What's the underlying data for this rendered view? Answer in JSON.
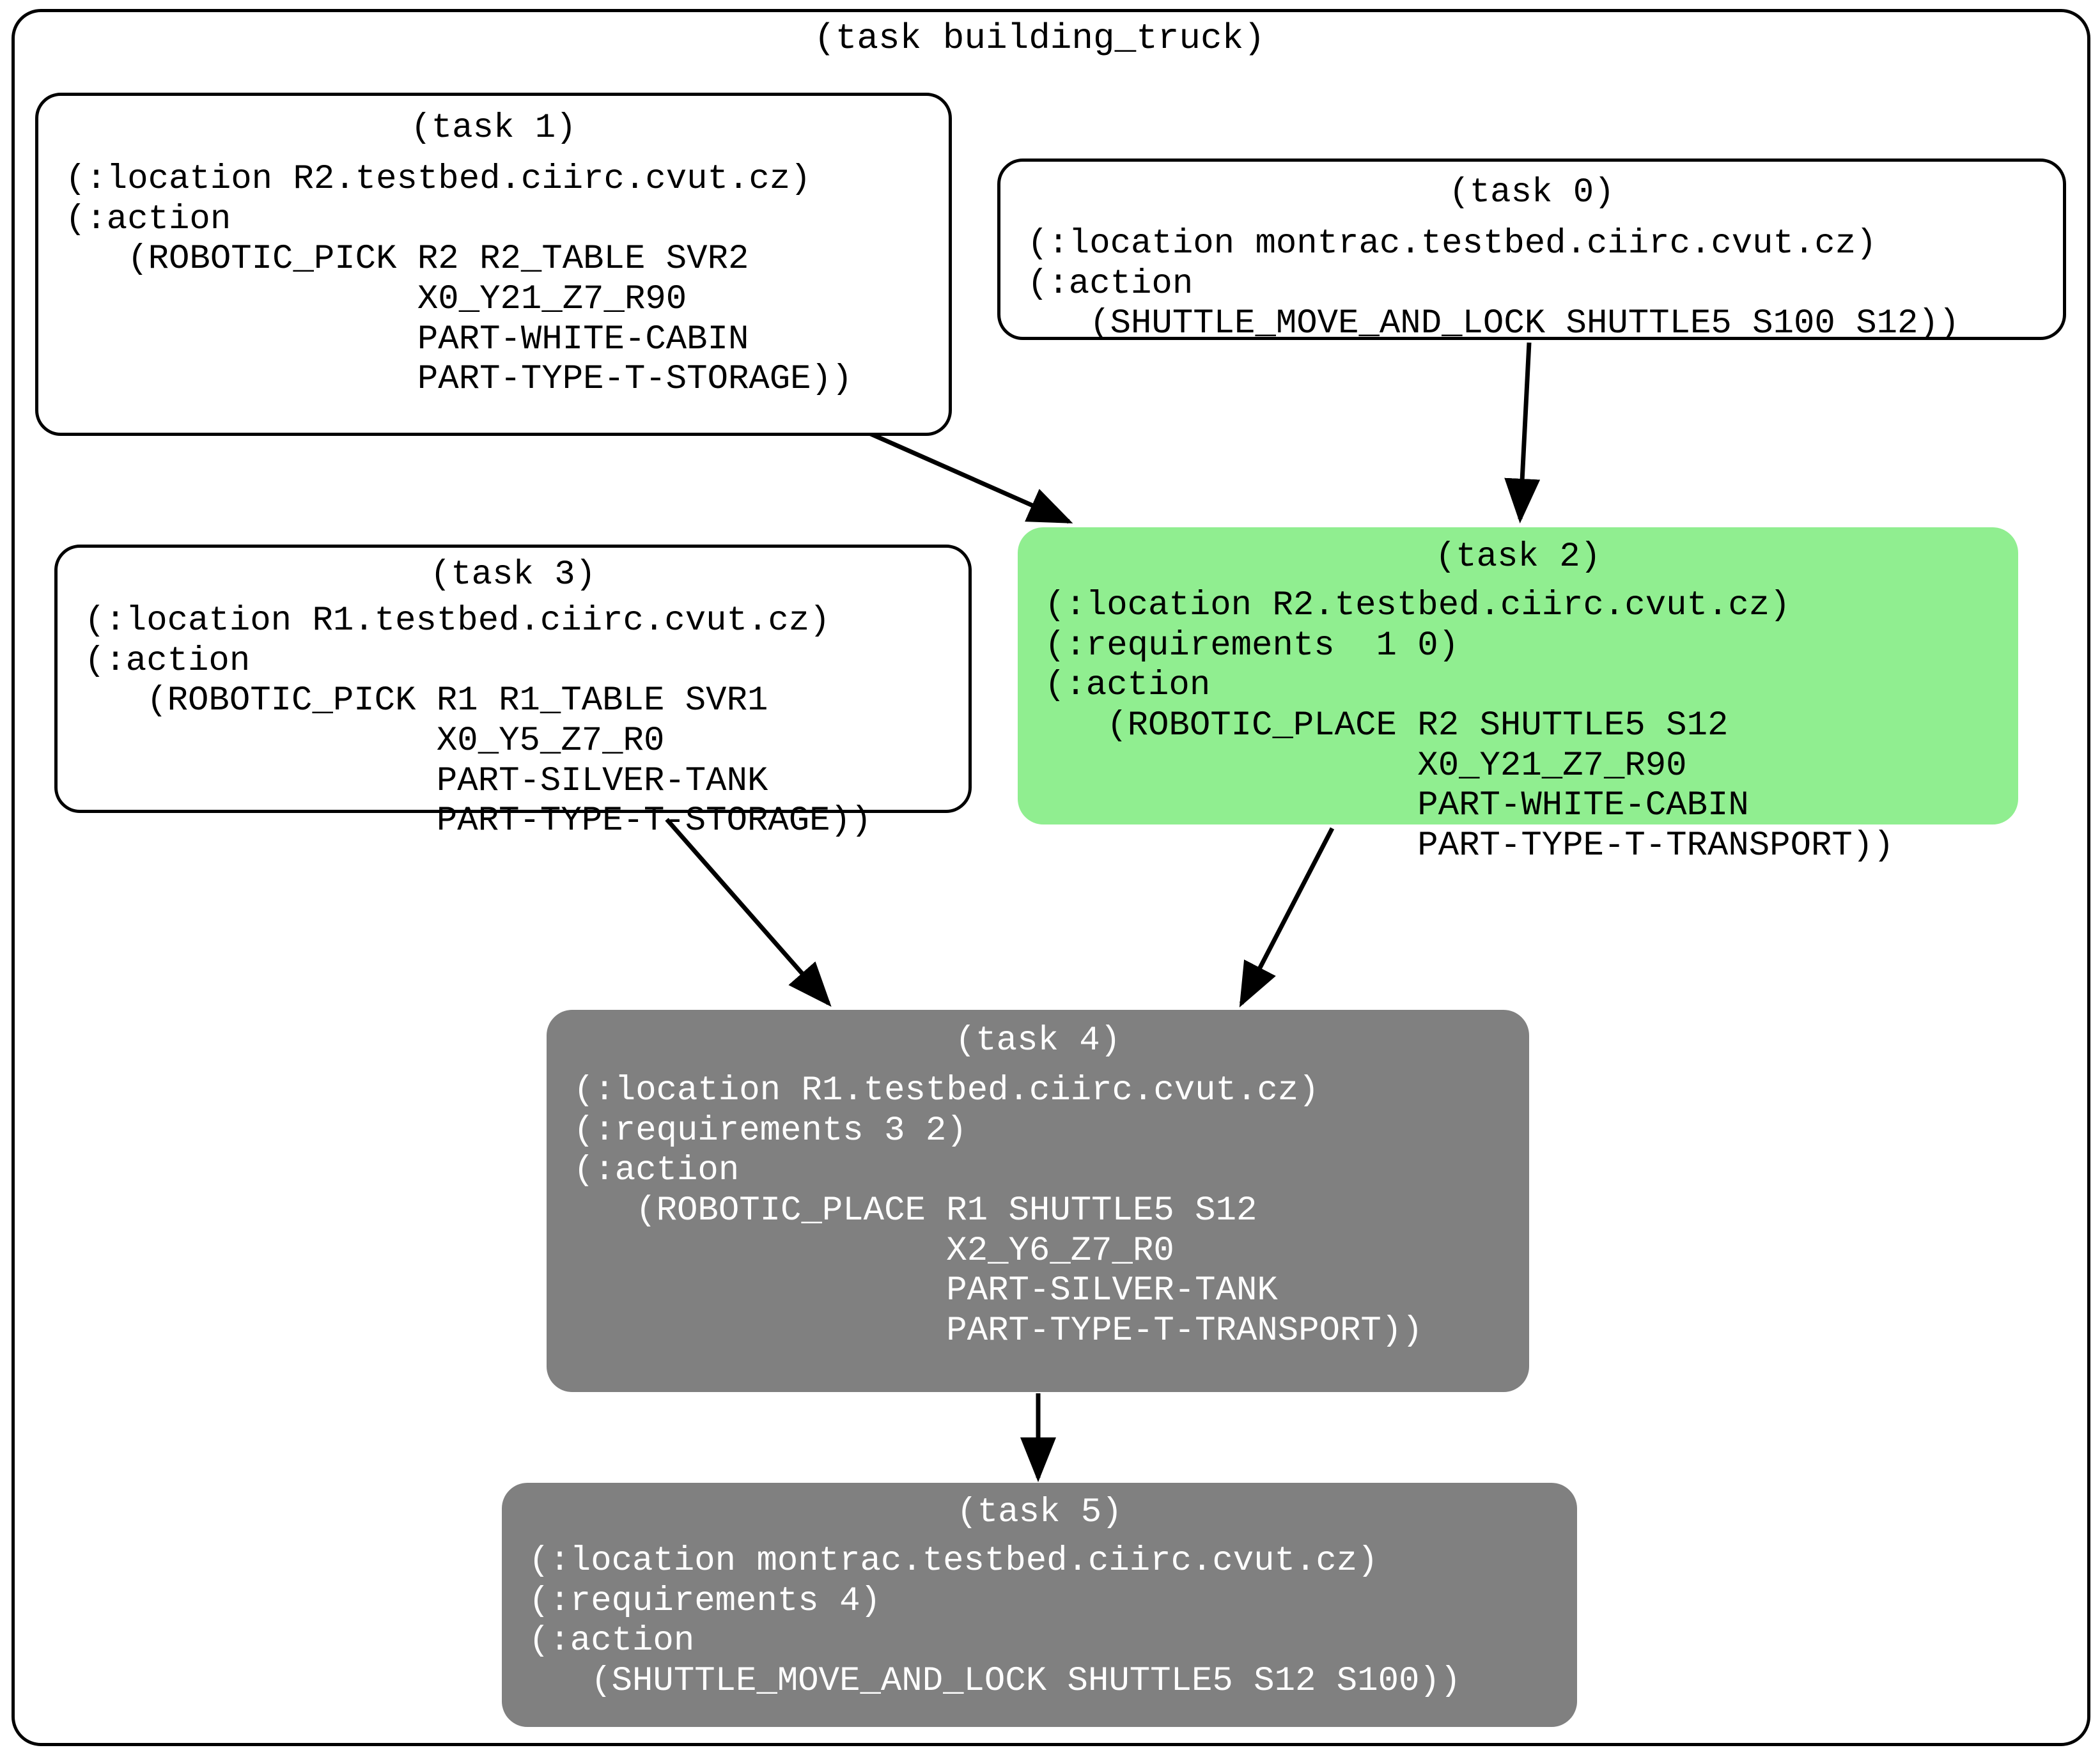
{
  "graph": {
    "title": "(task building_truck)",
    "colors": {
      "background": "#ffffff",
      "border": "#000000",
      "highlight_green": "#90EE90",
      "done_gray": "#808080",
      "gray_text": "#ffffff"
    }
  },
  "nodes": [
    {
      "id": "task1",
      "title": "(task 1)",
      "style": "plain",
      "location": "(:location R2.testbed.ciirc.cvut.cz)",
      "requirements": null,
      "action_head": "(:action",
      "body": "(:location R2.testbed.ciirc.cvut.cz)\n(:action\n   (ROBOTIC_PICK R2 R2_TABLE SVR2\n                 X0_Y21_Z7_R90\n                 PART-WHITE-CABIN\n                 PART-TYPE-T-STORAGE))"
    },
    {
      "id": "task0",
      "title": "(task 0)",
      "style": "plain",
      "location": "(:location montrac.testbed.ciirc.cvut.cz)",
      "requirements": null,
      "action_head": "(:action",
      "body": "(:location montrac.testbed.ciirc.cvut.cz)\n(:action\n   (SHUTTLE_MOVE_AND_LOCK SHUTTLE5 S100 S12))"
    },
    {
      "id": "task3",
      "title": "(task 3)",
      "style": "plain",
      "location": "(:location R1.testbed.ciirc.cvut.cz)",
      "requirements": null,
      "action_head": "(:action",
      "body": "(:location R1.testbed.ciirc.cvut.cz)\n(:action\n   (ROBOTIC_PICK R1 R1_TABLE SVR1\n                 X0_Y5_Z7_R0\n                 PART-SILVER-TANK\n                 PART-TYPE-T-STORAGE))"
    },
    {
      "id": "task2",
      "title": "(task 2)",
      "style": "green",
      "location": "(:location R2.testbed.ciirc.cvut.cz)",
      "requirements": "(:requirements  1 0)",
      "action_head": "(:action",
      "body": "(:location R2.testbed.ciirc.cvut.cz)\n(:requirements  1 0)\n(:action\n   (ROBOTIC_PLACE R2 SHUTTLE5 S12\n                  X0_Y21_Z7_R90\n                  PART-WHITE-CABIN\n                  PART-TYPE-T-TRANSPORT))"
    },
    {
      "id": "task4",
      "title": "(task 4)",
      "style": "gray",
      "location": "(:location R1.testbed.ciirc.cvut.cz)",
      "requirements": "(:requirements 3 2)",
      "action_head": "(:action",
      "body": "(:location R1.testbed.ciirc.cvut.cz)\n(:requirements 3 2)\n(:action\n   (ROBOTIC_PLACE R1 SHUTTLE5 S12\n                  X2_Y6_Z7_R0\n                  PART-SILVER-TANK\n                  PART-TYPE-T-TRANSPORT))"
    },
    {
      "id": "task5",
      "title": "(task 5)",
      "style": "gray",
      "location": "(:location montrac.testbed.ciirc.cvut.cz)",
      "requirements": "(:requirements 4)",
      "action_head": "(:action",
      "body": "(:location montrac.testbed.ciirc.cvut.cz)\n(:requirements 4)\n(:action\n   (SHUTTLE_MOVE_AND_LOCK SHUTTLE5 S12 S100))"
    }
  ],
  "edges": [
    {
      "from": "task1",
      "to": "task2"
    },
    {
      "from": "task0",
      "to": "task2"
    },
    {
      "from": "task3",
      "to": "task4"
    },
    {
      "from": "task2",
      "to": "task4"
    },
    {
      "from": "task4",
      "to": "task5"
    }
  ]
}
